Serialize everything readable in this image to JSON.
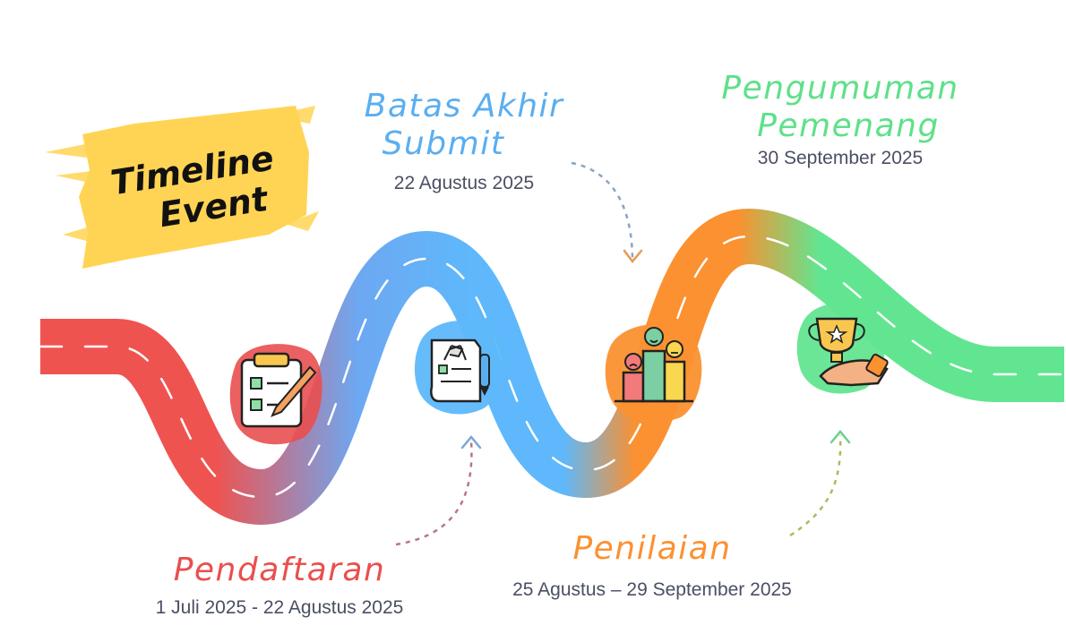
{
  "badge": {
    "line1": "Timeline",
    "line2": "Event",
    "color": "#ffd454"
  },
  "colors": {
    "red": "#ef5350",
    "blue": "#5eb8fb",
    "orange": "#fb9130",
    "green": "#62e590",
    "date_text": "#4a4f63"
  },
  "milestones": [
    {
      "title": "Pendaftaran",
      "date": "1 Juli 2025 - 22 Agustus 2025",
      "color": "#e94f4f",
      "icon": "clipboard-checklist-icon"
    },
    {
      "title_line1": "Batas Akhir",
      "title_line2": "Submit",
      "date": "22 Agustus 2025",
      "color": "#5aaef0",
      "icon": "document-flags-pen-icon"
    },
    {
      "title": "Penilaian",
      "date": "25 Agustus – 29 September 2025",
      "color": "#fb9130",
      "icon": "rating-podium-faces-icon"
    },
    {
      "title_line1": "Pengumuman",
      "title_line2": "Pemenang",
      "date": "30 September 2025",
      "color": "#5fe08a",
      "icon": "trophy-hand-icon"
    }
  ]
}
